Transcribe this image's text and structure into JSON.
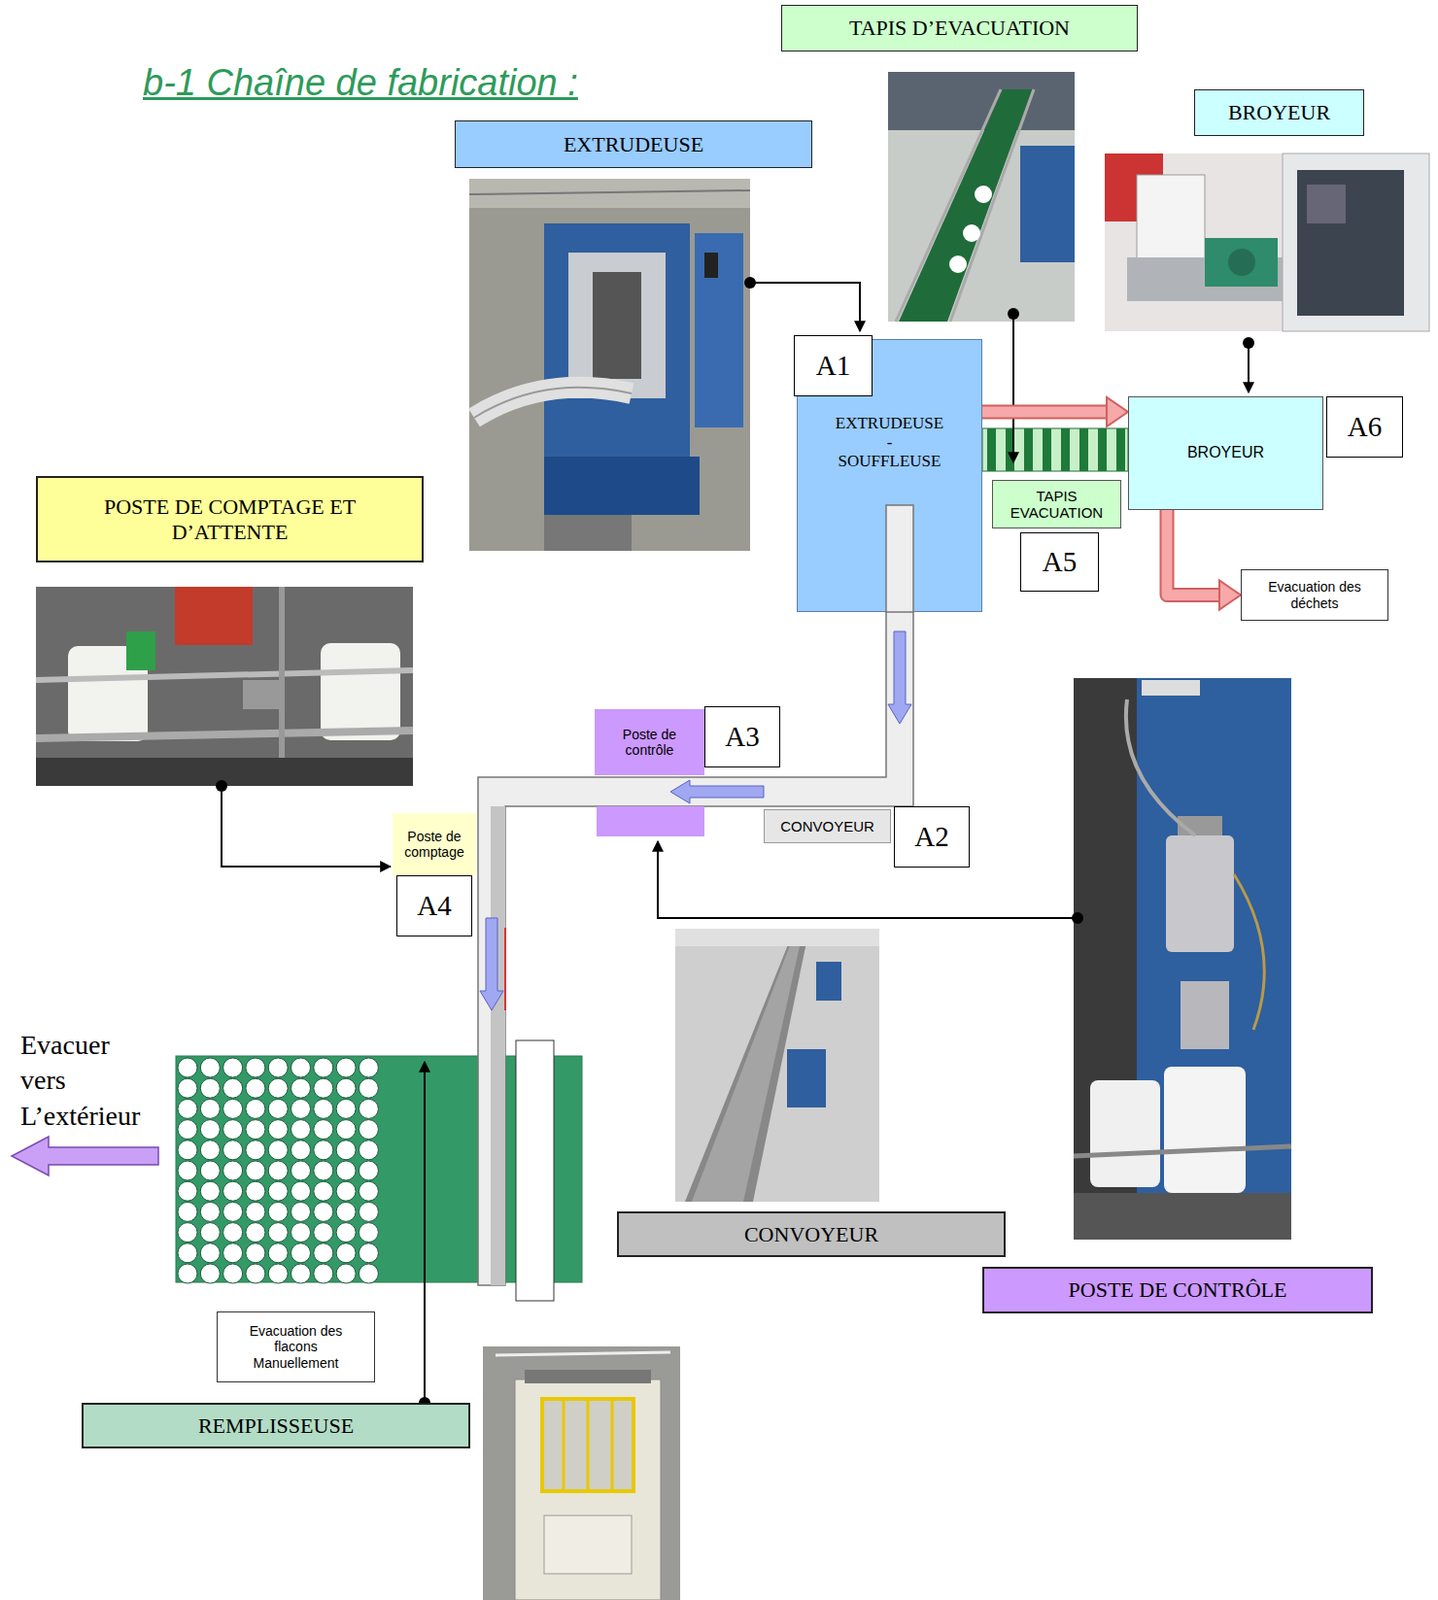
{
  "diagram": {
    "title": "b-1 Chaîne de fabrication :",
    "nodes": [
      {
        "text": [
          "TAPIS D’EVACUATION"
        ]
      },
      {
        "text": [
          "BROYEUR"
        ]
      },
      {
        "text": [
          "EXTRUDEUSE"
        ]
      },
      {
        "text": [
          "A1"
        ]
      },
      {
        "text": [
          "EXTRUDEUSE - SOUFFLEUSE"
        ]
      },
      {
        "text": [
          "BROYEUR"
        ]
      },
      {
        "text": [
          "A6"
        ]
      },
      {
        "text": [
          "POSTE DE COMPTAGE ET D’ATTENTE"
        ]
      },
      {
        "text": [
          "TAPIS EVACUATION"
        ]
      },
      {
        "text": [
          "A5"
        ]
      },
      {
        "text": [
          "Evacuation des déchets"
        ]
      },
      {
        "text": [
          "Poste de contrôle"
        ]
      },
      {
        "text": [
          "A3"
        ]
      },
      {
        "text": [
          "CONVOYEUR"
        ]
      },
      {
        "text": [
          "A2"
        ]
      },
      {
        "text": [
          "Poste de comptage"
        ]
      },
      {
        "text": [
          "A4"
        ]
      },
      {
        "text": [
          "Evacuation des flacons Manuellement"
        ]
      },
      {
        "text": [
          "REMPLISSEUSE"
        ]
      },
      {
        "text": [
          "CONVOYEUR"
        ]
      },
      {
        "text": [
          "POSTE DE CONTRÔLE"
        ]
      }
    ],
    "edges": [
      {
        "from": 4,
        "to": 5,
        "arrow": "to"
      },
      {
        "from": 5,
        "to": 10,
        "arrow": "to"
      }
    ],
    "labels": [
      "Evacuer vers L’extérieur"
    ]
  }
}
